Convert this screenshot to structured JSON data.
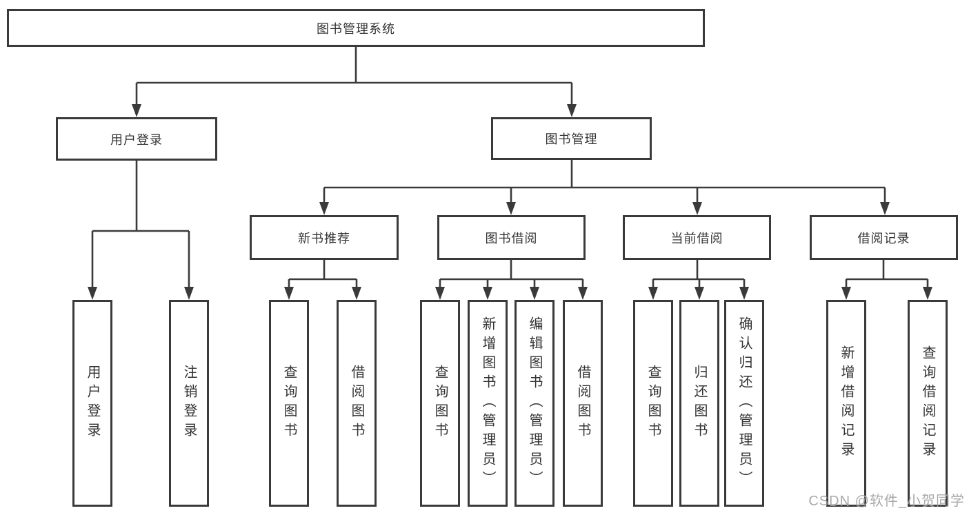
{
  "tree": {
    "root": {
      "label": "图书管理系统"
    },
    "branches": [
      {
        "label": "用户登录",
        "leaves": [
          "用户登录",
          "注销登录"
        ]
      },
      {
        "label": "图书管理",
        "groups": [
          {
            "label": "新书推荐",
            "leaves": [
              "查询图书",
              "借阅图书"
            ]
          },
          {
            "label": "图书借阅",
            "leaves": [
              "查询图书",
              "新增图书（管理员）",
              "编辑图书（管理员）",
              "借阅图书"
            ]
          },
          {
            "label": "当前借阅",
            "leaves": [
              "查询图书",
              "归还图书",
              "确认归还（管理员）"
            ]
          },
          {
            "label": "借阅记录",
            "leaves": [
              "新增借阅记录",
              "查询借阅记录"
            ]
          }
        ]
      }
    ]
  },
  "watermark": {
    "text": "CSDN @软件_小贺同学"
  },
  "style": {
    "line_color": "#3a3a3a",
    "text_color": "#333333",
    "bg_color": "#ffffff",
    "watermark_color": "#9a9a9a"
  }
}
